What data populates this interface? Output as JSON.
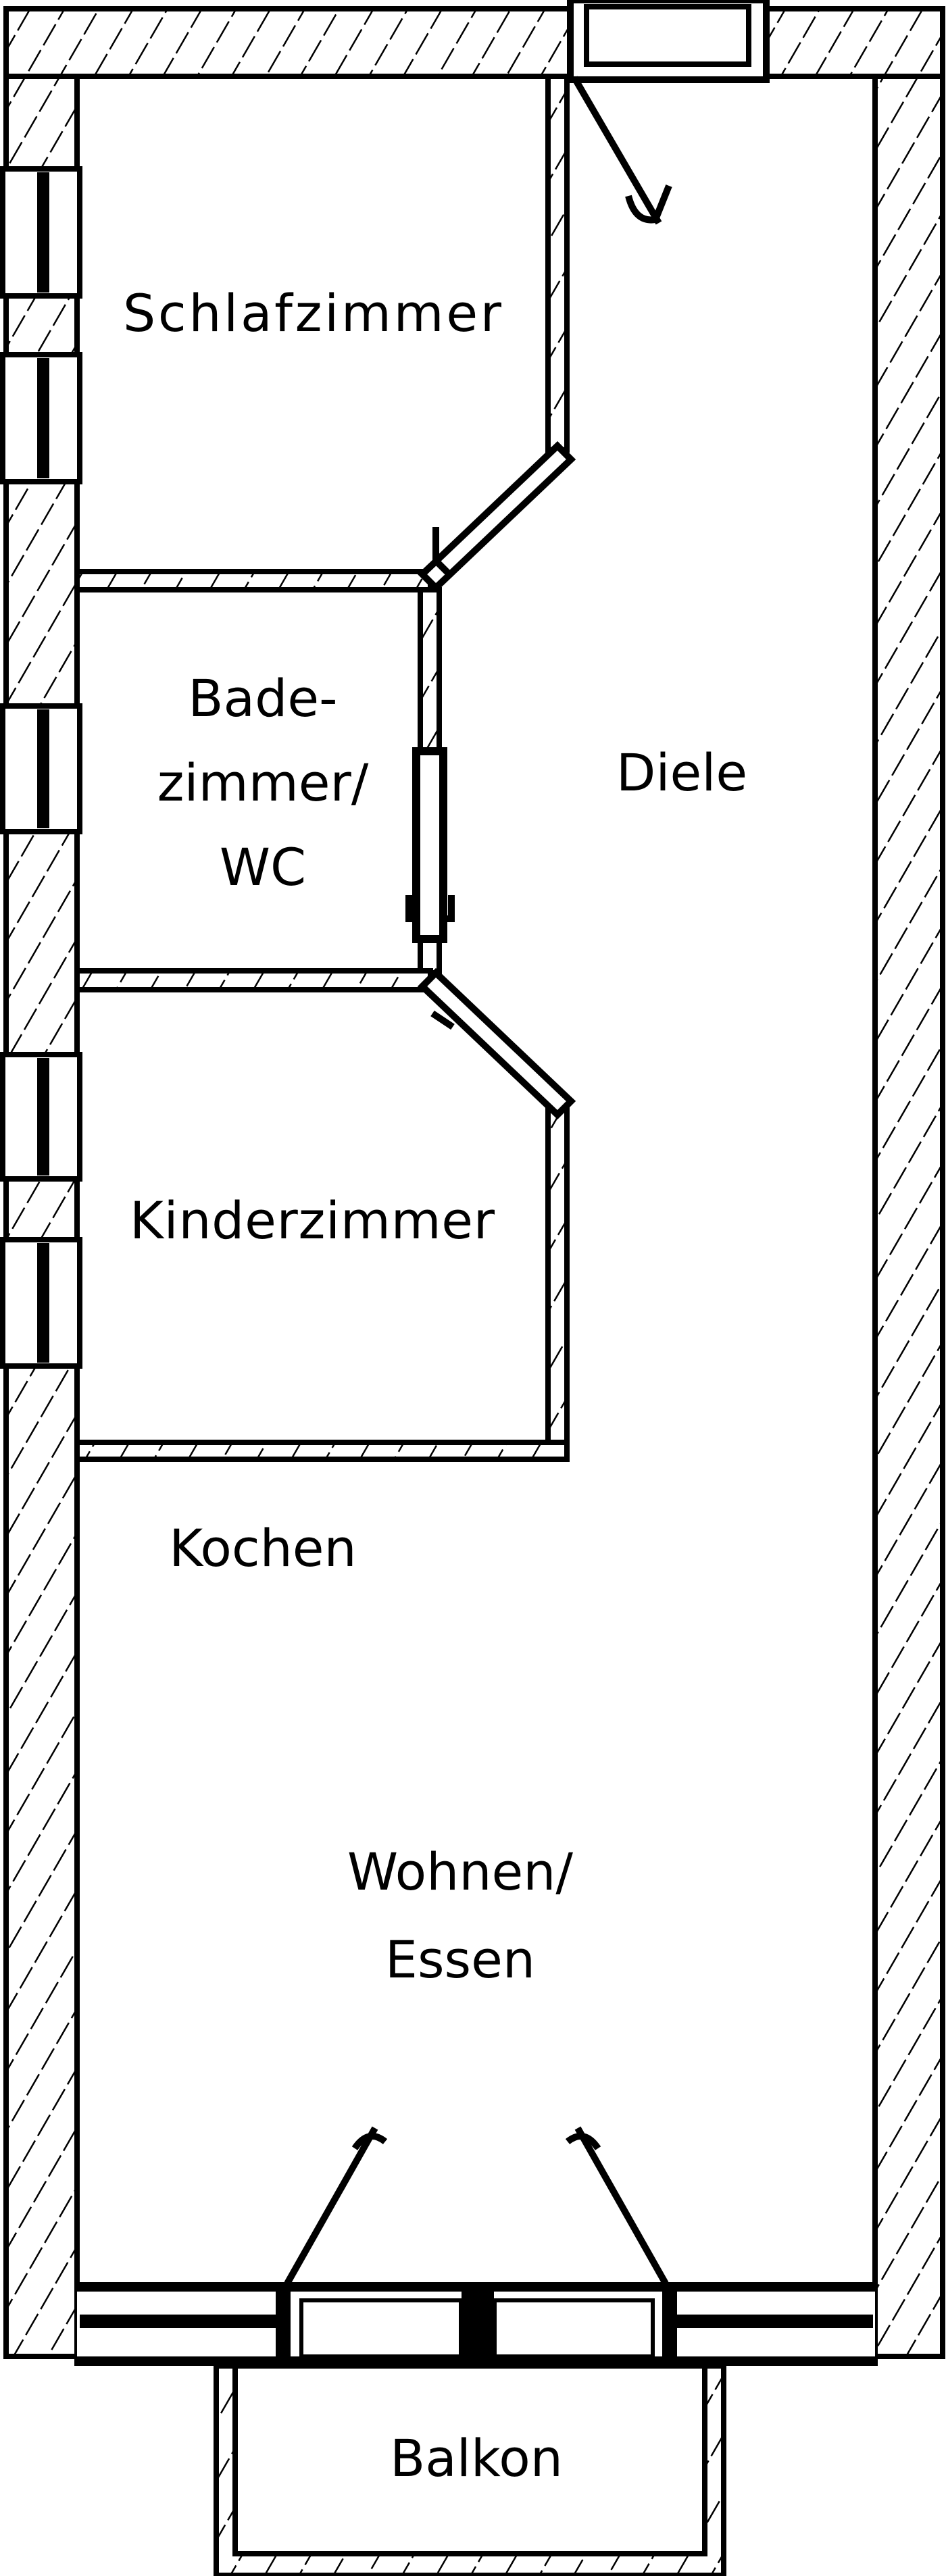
{
  "title": "Floor plan",
  "colors": {
    "line": "#000000",
    "background": "#ffffff"
  },
  "rooms": {
    "schlafzimmer": "Schlafzimmer",
    "bad_line1": "Bade-",
    "bad_line2": "zimmer/",
    "bad_line3": "WC",
    "diele": "Diele",
    "kinderzimmer": "Kinderzimmer",
    "kochen": "Kochen",
    "wohnen_line1": "Wohnen/",
    "wohnen_line2": "Essen",
    "balkon": "Balkon"
  }
}
